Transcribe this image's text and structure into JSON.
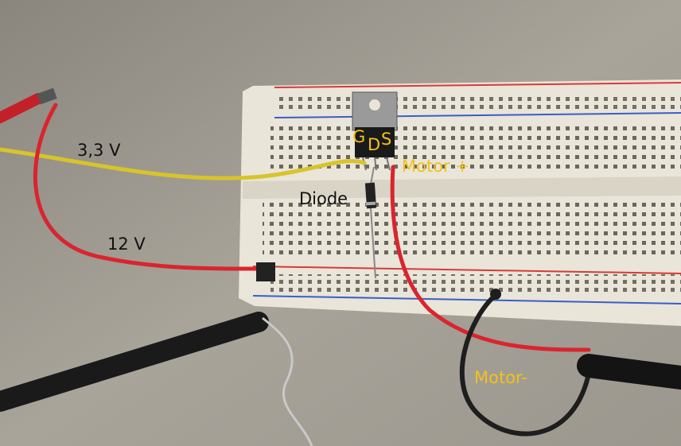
{
  "labels": {
    "supply_3v3": "3,3 V",
    "supply_12v": "12 V",
    "diode": "Diode",
    "gate": "G",
    "drain": "D",
    "source": "S",
    "motor_plus": "Motor +",
    "motor_minus": "Motor-"
  },
  "colors": {
    "label_dark": "#111111",
    "label_yellow": "#f2c21a",
    "wire_red": "#d9252e",
    "wire_yellow": "#d8c42a",
    "wire_black": "#1e1e1e",
    "breadboard": "#ece8dc",
    "rail_red": "#d83a3a",
    "rail_blue": "#3a5ec8"
  }
}
